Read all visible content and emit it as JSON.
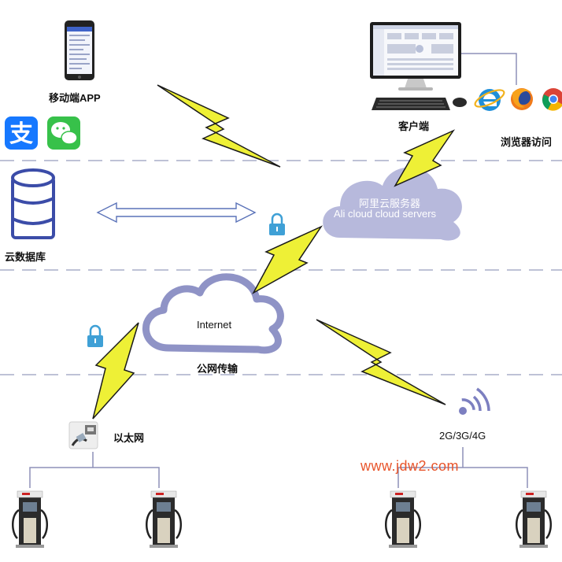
{
  "labels": {
    "mobile_app": "移动端APP",
    "client": "客户端",
    "browser_access": "浏览器访问",
    "cloud_db": "云数据库",
    "aliyun_cn": "阿里云服务器",
    "aliyun_en": "Ali cloud  cloud servers",
    "internet": "Internet",
    "public_net": "公网传输",
    "ethernet": "以太网",
    "cellular": "2G/3G/4G",
    "watermark": "www.jdw2.com"
  },
  "colors": {
    "divider": "#a9adc9",
    "cloud_fill": "#b7b9dc",
    "cloud_stroke": "#8f93c6",
    "bolt_fill": "#eef036",
    "bolt_stroke": "#1a1a1a",
    "wifi": "#7c7fc0",
    "lock": "#3fa0d6",
    "alipay": "#1678ff",
    "wechat": "#37c14a",
    "watermark": "#e8542a"
  },
  "icons": [
    "smartphone-icon",
    "alipay-icon",
    "wechat-icon",
    "monitor-icon",
    "keyboard-icon",
    "mouse-icon",
    "ie-icon",
    "firefox-icon",
    "chrome-icon",
    "database-icon",
    "lock-icon",
    "ethernet-port-icon",
    "wifi-signal-icon",
    "charging-pile-icon"
  ]
}
